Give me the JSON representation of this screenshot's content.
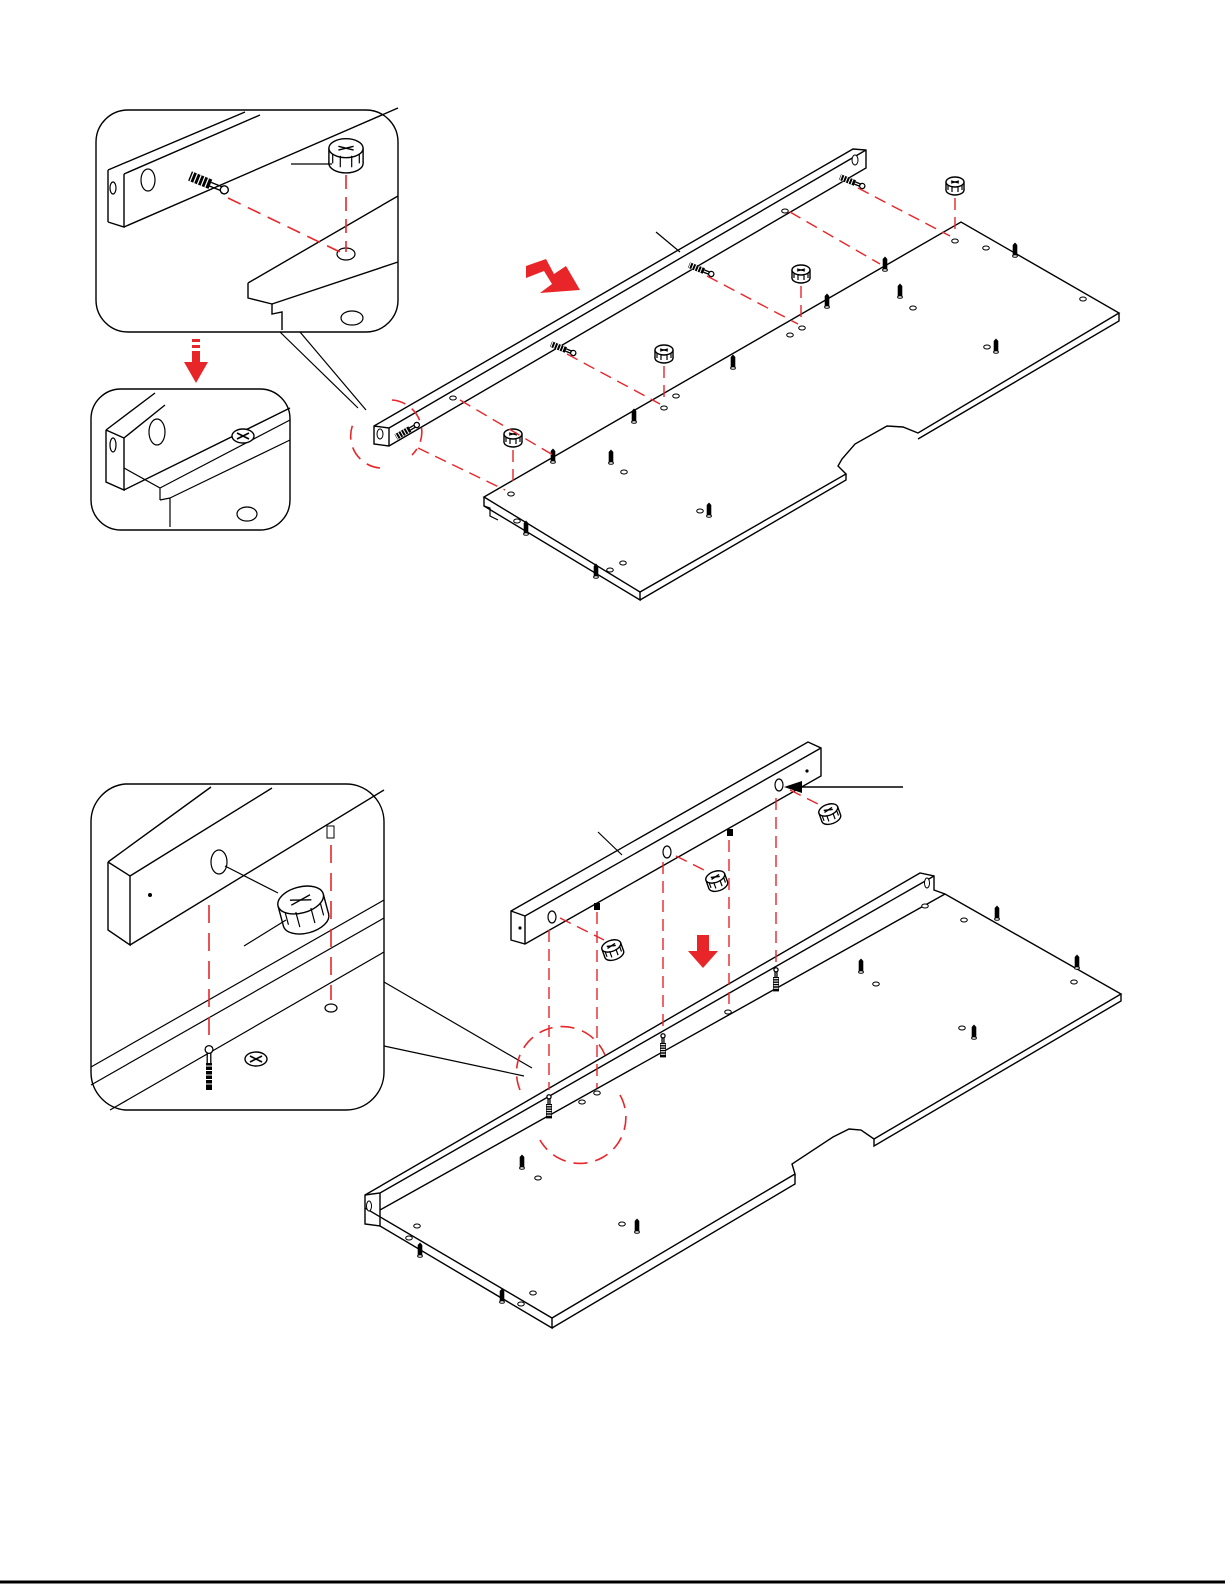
{
  "document": {
    "kind": "assembly-instructions",
    "text_labels": []
  },
  "colors": {
    "line": "#000000",
    "guide": "#e8262a",
    "arrow": "#e8262a",
    "paper": "#ffffff"
  },
  "steps": [
    {
      "id": "step-1",
      "action_arrow": "diagonal-right-down",
      "connectors": {
        "cam_locks": 4,
        "cam_bolts": 4
      },
      "detail_views": [
        "cam-bolt-and-cam-lock-exploded",
        "cam-lock-tightened"
      ]
    },
    {
      "id": "step-2",
      "action_arrow": "down",
      "connectors": {
        "cam_locks": 3,
        "cam_bolts": 4
      },
      "detail_views": [
        "rail-onto-panel-closeup"
      ]
    }
  ],
  "icons": [
    "cam-lock-icon",
    "cam-bolt-icon",
    "wooden-dowel-icon",
    "red-direction-arrow-icon",
    "leader-arrow-icon"
  ]
}
